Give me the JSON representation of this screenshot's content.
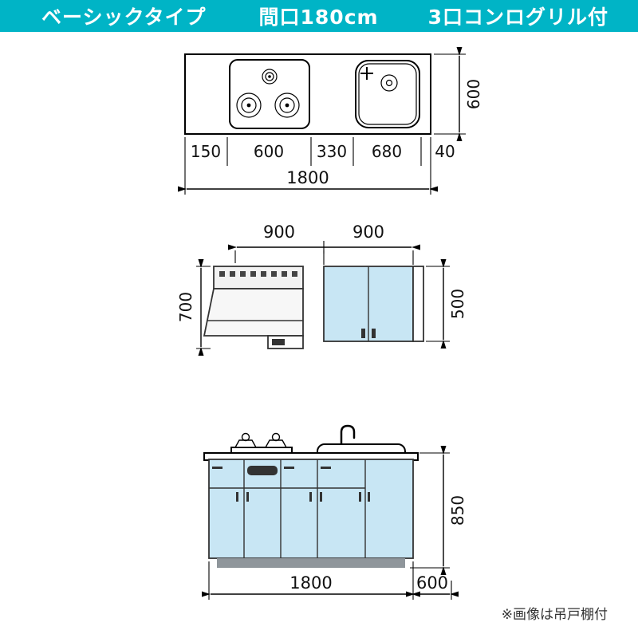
{
  "header": {
    "type_label": "ベーシックタイプ",
    "width_label": "間口180cm",
    "burner_label": "3口コンログリル付"
  },
  "plan_view": {
    "depth": "600",
    "segments": [
      "150",
      "600",
      "330",
      "680",
      "40"
    ],
    "total_width": "1800"
  },
  "elevation_upper": {
    "segments": [
      "900",
      "900"
    ],
    "hood_height": "700",
    "wall_cabinet_height": "500"
  },
  "elevation_lower": {
    "counter_height": "850",
    "total_width": "1800",
    "depth": "600"
  },
  "footnote": "※画像は吊戸棚付",
  "colors": {
    "header_bg": "#00b4c6",
    "cabinet_blue": "#c8e6f4",
    "toe_kick_gray": "#8f969b"
  }
}
